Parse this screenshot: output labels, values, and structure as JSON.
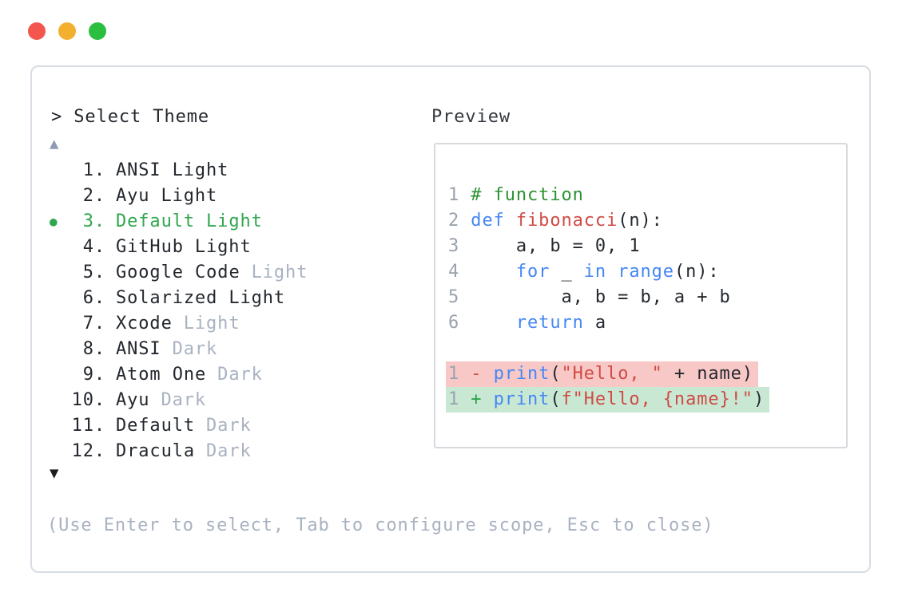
{
  "window": {
    "controls": [
      {
        "name": "close",
        "color": "#f2564f"
      },
      {
        "name": "minimize",
        "color": "#f2b02e"
      },
      {
        "name": "zoom",
        "color": "#2bbf40"
      }
    ]
  },
  "prompt": {
    "text": "> Select Theme"
  },
  "theme_list": {
    "scroll_up_symbol": "▲",
    "scroll_down_symbol": "▼",
    "selected_marker": "●",
    "items": [
      {
        "number": "1.",
        "name": "ANSI",
        "variant": "Light",
        "variant_muted": false,
        "selected": false
      },
      {
        "number": "2.",
        "name": "Ayu",
        "variant": "Light",
        "variant_muted": false,
        "selected": false
      },
      {
        "number": "3.",
        "name": "Default",
        "variant": "Light",
        "variant_muted": false,
        "selected": true
      },
      {
        "number": "4.",
        "name": "GitHub",
        "variant": "Light",
        "variant_muted": false,
        "selected": false
      },
      {
        "number": "5.",
        "name": "Google Code",
        "variant": "Light",
        "variant_muted": true,
        "selected": false
      },
      {
        "number": "6.",
        "name": "Solarized",
        "variant": "Light",
        "variant_muted": false,
        "selected": false
      },
      {
        "number": "7.",
        "name": "Xcode",
        "variant": "Light",
        "variant_muted": true,
        "selected": false
      },
      {
        "number": "8.",
        "name": "ANSI",
        "variant": "Dark",
        "variant_muted": true,
        "selected": false
      },
      {
        "number": "9.",
        "name": "Atom One",
        "variant": "Dark",
        "variant_muted": true,
        "selected": false
      },
      {
        "number": "10.",
        "name": "Ayu",
        "variant": "Dark",
        "variant_muted": true,
        "selected": false
      },
      {
        "number": "11.",
        "name": "Default",
        "variant": "Dark",
        "variant_muted": true,
        "selected": false
      },
      {
        "number": "12.",
        "name": "Dracula",
        "variant": "Dark",
        "variant_muted": true,
        "selected": false
      }
    ]
  },
  "preview": {
    "label": "Preview",
    "lines": [
      {
        "bg": "none",
        "segments": [
          {
            "text": "1 ",
            "type": "num"
          },
          {
            "text": "# function",
            "type": "comment"
          }
        ]
      },
      {
        "bg": "none",
        "segments": [
          {
            "text": "2 ",
            "type": "num"
          },
          {
            "text": "def",
            "type": "kw"
          },
          {
            "text": " ",
            "type": "plain"
          },
          {
            "text": "fibonacci",
            "type": "fn"
          },
          {
            "text": "(n):",
            "type": "plain"
          }
        ]
      },
      {
        "bg": "none",
        "segments": [
          {
            "text": "3 ",
            "type": "num"
          },
          {
            "text": "    a, b = 0, 1",
            "type": "plain"
          }
        ]
      },
      {
        "bg": "none",
        "segments": [
          {
            "text": "4 ",
            "type": "num"
          },
          {
            "text": "    ",
            "type": "plain"
          },
          {
            "text": "for",
            "type": "kw"
          },
          {
            "text": " _ ",
            "type": "plain"
          },
          {
            "text": "in",
            "type": "kw"
          },
          {
            "text": " ",
            "type": "plain"
          },
          {
            "text": "range",
            "type": "kw"
          },
          {
            "text": "(n):",
            "type": "plain"
          }
        ]
      },
      {
        "bg": "none",
        "segments": [
          {
            "text": "5 ",
            "type": "num"
          },
          {
            "text": "        a, b = b, a + b",
            "type": "plain"
          }
        ]
      },
      {
        "bg": "none",
        "segments": [
          {
            "text": "6 ",
            "type": "num"
          },
          {
            "text": "    ",
            "type": "plain"
          },
          {
            "text": "return",
            "type": "kw"
          },
          {
            "text": " a",
            "type": "plain"
          }
        ]
      },
      {
        "bg": "none",
        "segments": []
      },
      {
        "bg": "removed",
        "segments": [
          {
            "text": "1 ",
            "type": "num"
          },
          {
            "text": "- ",
            "type": "del"
          },
          {
            "text": "print",
            "type": "kw"
          },
          {
            "text": "(",
            "type": "plain"
          },
          {
            "text": "\"Hello, \"",
            "type": "str"
          },
          {
            "text": " + name)",
            "type": "plain"
          }
        ]
      },
      {
        "bg": "added",
        "segments": [
          {
            "text": "1 ",
            "type": "num"
          },
          {
            "text": "+ ",
            "type": "add"
          },
          {
            "text": "print",
            "type": "kw"
          },
          {
            "text": "(",
            "type": "plain"
          },
          {
            "text": "f\"Hello, {name}!\"",
            "type": "str"
          },
          {
            "text": ")",
            "type": "plain"
          }
        ]
      }
    ]
  },
  "footer": {
    "hint": "(Use Enter to select, Tab to configure scope, Esc to close)"
  },
  "colors": {
    "accent_green": "#30a74e",
    "keyword_blue": "#4687f4",
    "string_red": "#d04b45",
    "comment_green": "#2d9334",
    "removed_bg": "#f8c8c7",
    "added_bg": "#c8e8d4"
  }
}
